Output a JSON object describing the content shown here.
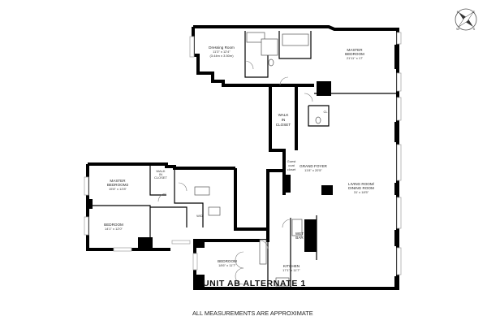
{
  "title": "UNIT AB ALTERNATE 1",
  "note": "ALL MEASUREMENTS ARE APPROXIMATE",
  "compass": {
    "labels": [
      "N",
      "E",
      "S",
      "W"
    ]
  },
  "rooms": {
    "dressing_room": {
      "name": "Dressing Room",
      "dims": "11'3\" x 12'4\"",
      "metric": "(3.44m x 3.50m)"
    },
    "master_bedroom": {
      "name1": "MASTER",
      "name2": "BEDROOM",
      "dims": "21'11\" x 17'"
    },
    "walk_in_closet": {
      "name1": "WALK",
      "name2": "IN",
      "name3": "CLOSET"
    },
    "cl": {
      "name": "CL"
    },
    "guest_coat_closet": {
      "name1": "Guest",
      "name2": "coat",
      "name3": "closet"
    },
    "grand_foyer": {
      "name": "GRAND FOYER",
      "dims": "11'8\" x 20'5\""
    },
    "living_dining": {
      "name1": "LIVING ROOM/",
      "name2": "DINING ROOM",
      "dims": "31' x 18'5\""
    },
    "master_bedroom2": {
      "name1": "MASTER",
      "name2": "BEDROOM2",
      "dims": "15'8\" x 12'8\""
    },
    "small_walk_in": {
      "name1": "WALK",
      "name2": "IN",
      "name3": "CLOSET"
    },
    "bedroom_west": {
      "name": "BEDROOM",
      "dims": "14'1\" x 12'0\""
    },
    "wd": {
      "name": "W/D"
    },
    "wet_bar": {
      "name1": "WET",
      "name2": "BAR"
    },
    "bedroom_south": {
      "name": "BEDROOM",
      "dims": "18'6\" x 11'7\""
    },
    "kitchen": {
      "name": "KITCHEN",
      "dims": "17'1\" x 11'7\""
    }
  }
}
